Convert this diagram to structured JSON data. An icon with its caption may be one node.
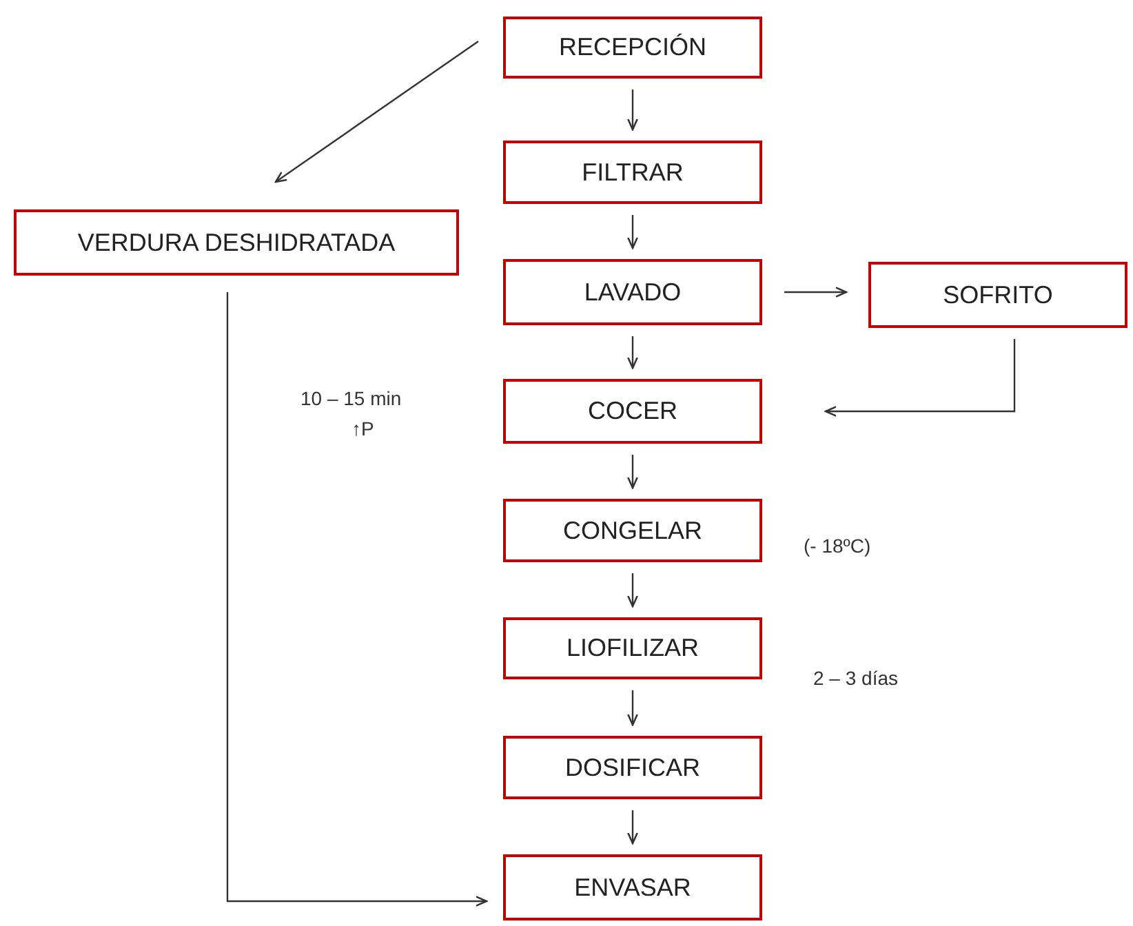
{
  "diagram": {
    "nodes": [
      {
        "text": [
          "RECEPCIÓN"
        ]
      },
      {
        "text": [
          "FILTRAR"
        ]
      },
      {
        "text": [
          "VERDURA DESHIDRATADA"
        ]
      },
      {
        "text": [
          "LAVADO"
        ]
      },
      {
        "text": [
          "SOFRITO"
        ]
      },
      {
        "text": [
          "COCER"
        ],
        "beside": [
          "10 – 15 min",
          "↑P"
        ]
      },
      {
        "text": [
          "CONGELAR"
        ],
        "beside": [
          "(- 18ºC)"
        ]
      },
      {
        "text": [
          "LIOFILIZAR"
        ],
        "beside": [
          "2 – 3 días"
        ]
      },
      {
        "text": [
          "DOSIFICAR"
        ]
      },
      {
        "text": [
          "ENVASAR"
        ]
      }
    ],
    "edges": [
      {
        "from": 0,
        "to": 1,
        "arrow": "to"
      },
      {
        "from": 0,
        "to": 2,
        "arrow": "to"
      },
      {
        "from": 1,
        "to": 3,
        "arrow": "to"
      },
      {
        "from": 3,
        "to": 4,
        "arrow": "to"
      },
      {
        "from": 3,
        "to": 5,
        "arrow": "to"
      },
      {
        "from": 4,
        "to": 5,
        "arrow": "to"
      },
      {
        "from": 2,
        "to": 9,
        "arrow": "to"
      },
      {
        "from": 5,
        "to": 6,
        "arrow": "to"
      },
      {
        "from": 6,
        "to": 7,
        "arrow": "to"
      },
      {
        "from": 7,
        "to": 8,
        "arrow": "to"
      },
      {
        "from": 8,
        "to": 9,
        "arrow": "to"
      }
    ]
  }
}
